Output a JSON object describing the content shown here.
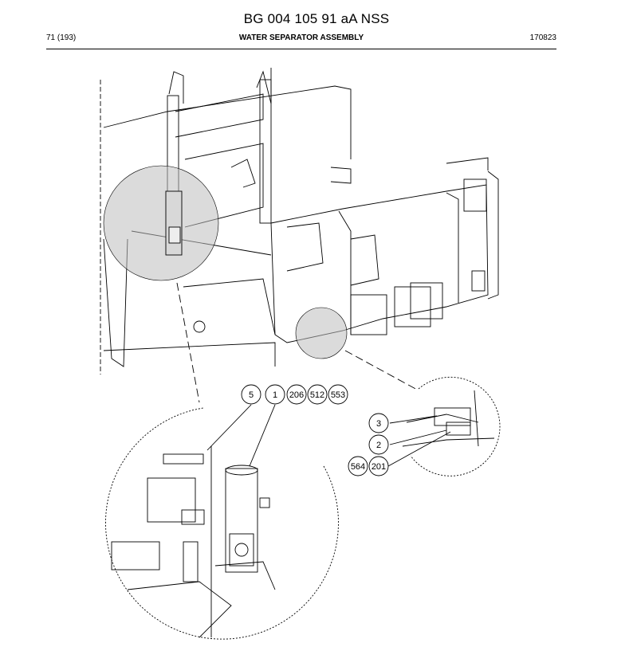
{
  "header": {
    "doc_code": "BG 004 105 91 aA NSS",
    "page": "71 (193)",
    "title": "WATER SEPARATOR ASSEMBLY",
    "date": "170823"
  },
  "callouts": {
    "c5": "5",
    "c1": "1",
    "c206": "206",
    "c512": "512",
    "c553": "553",
    "c3": "3",
    "c2": "2",
    "c564": "564",
    "c201": "201"
  }
}
